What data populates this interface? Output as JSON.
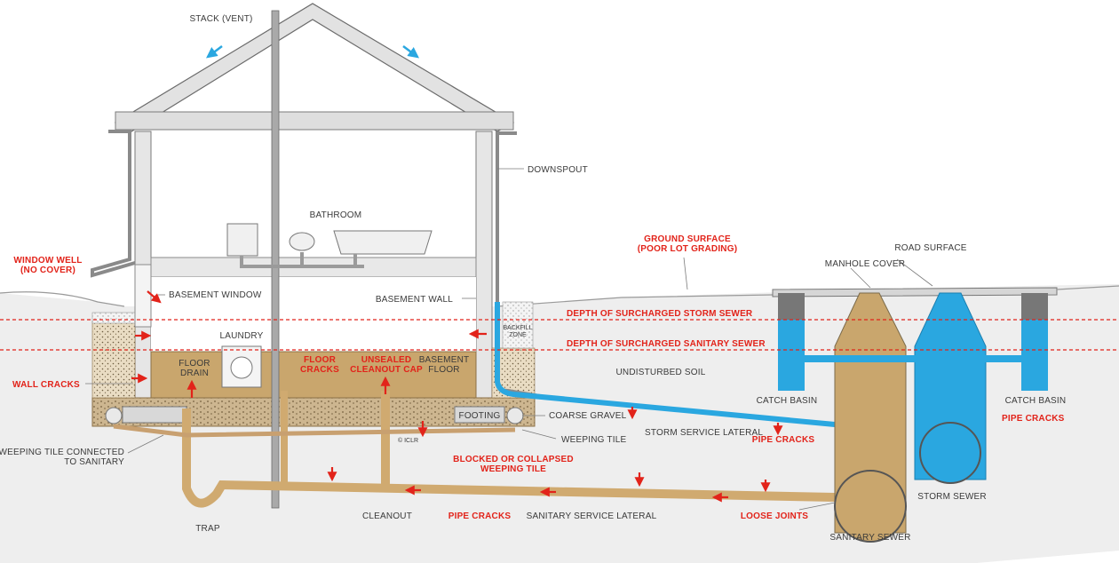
{
  "labels": {
    "stack_vent": "STACK (VENT)",
    "downspout": "DOWNSPOUT",
    "bathroom": "BATHROOM",
    "window_well_1": "WINDOW WELL",
    "window_well_2": "(NO COVER)",
    "basement_window": "BASEMENT WINDOW",
    "basement_wall": "BASEMENT WALL",
    "ground_surface_1": "GROUND SURFACE",
    "ground_surface_2": "(POOR LOT GRADING)",
    "road_surface": "ROAD SURFACE",
    "manhole_cover": "MANHOLE COVER",
    "depth_storm": "DEPTH OF SURCHARGED STORM SEWER",
    "depth_sanitary": "DEPTH OF SURCHARGED SANITARY SEWER",
    "laundry": "LAUNDRY",
    "backfill_1": "BACKFILL",
    "backfill_2": "ZONE",
    "floor_drain_1": "FLOOR",
    "floor_drain_2": "DRAIN",
    "floor_cracks_1": "FLOOR",
    "floor_cracks_2": "CRACKS",
    "unsealed_1": "UNSEALED",
    "unsealed_2": "CLEANOUT CAP",
    "basement_floor_1": "BASEMENT",
    "basement_floor_2": "FLOOR",
    "wall_cracks": "WALL CRACKS",
    "undisturbed_soil": "UNDISTURBED SOIL",
    "catch_basin_left": "CATCH BASIN",
    "catch_basin_right": "CATCH BASIN",
    "footing": "FOOTING",
    "coarse_gravel": "COARSE GRAVEL",
    "storm_service_lateral": "STORM SERVICE LATERAL",
    "pipe_cracks_storm": "PIPE CRACKS",
    "pipe_cracks_right": "PIPE CRACKS",
    "weeping_tile": "WEEPING TILE",
    "iclr": "© ICLR",
    "weeping_tile_connected_1": "WEEPING TILE CONNECTED",
    "weeping_tile_connected_2": "TO SANITARY",
    "blocked_1": "BLOCKED OR COLLAPSED",
    "blocked_2": "WEEPING TILE",
    "storm_sewer": "STORM SEWER",
    "cleanout": "CLEANOUT",
    "pipe_cracks_sanitary": "PIPE CRACKS",
    "sanitary_service_lateral": "SANITARY SERVICE LATERAL",
    "loose_joints": "LOOSE JOINTS",
    "trap": "TRAP",
    "sanitary_sewer": "SANITARY SEWER"
  },
  "colors": {
    "red": "#e2231a",
    "blue": "#2aa7e0",
    "tan": "#c8a878",
    "pipe": "#d4b07a",
    "soil": "#ececec",
    "structure": "#dadada",
    "outline": "#6b6b6b"
  }
}
